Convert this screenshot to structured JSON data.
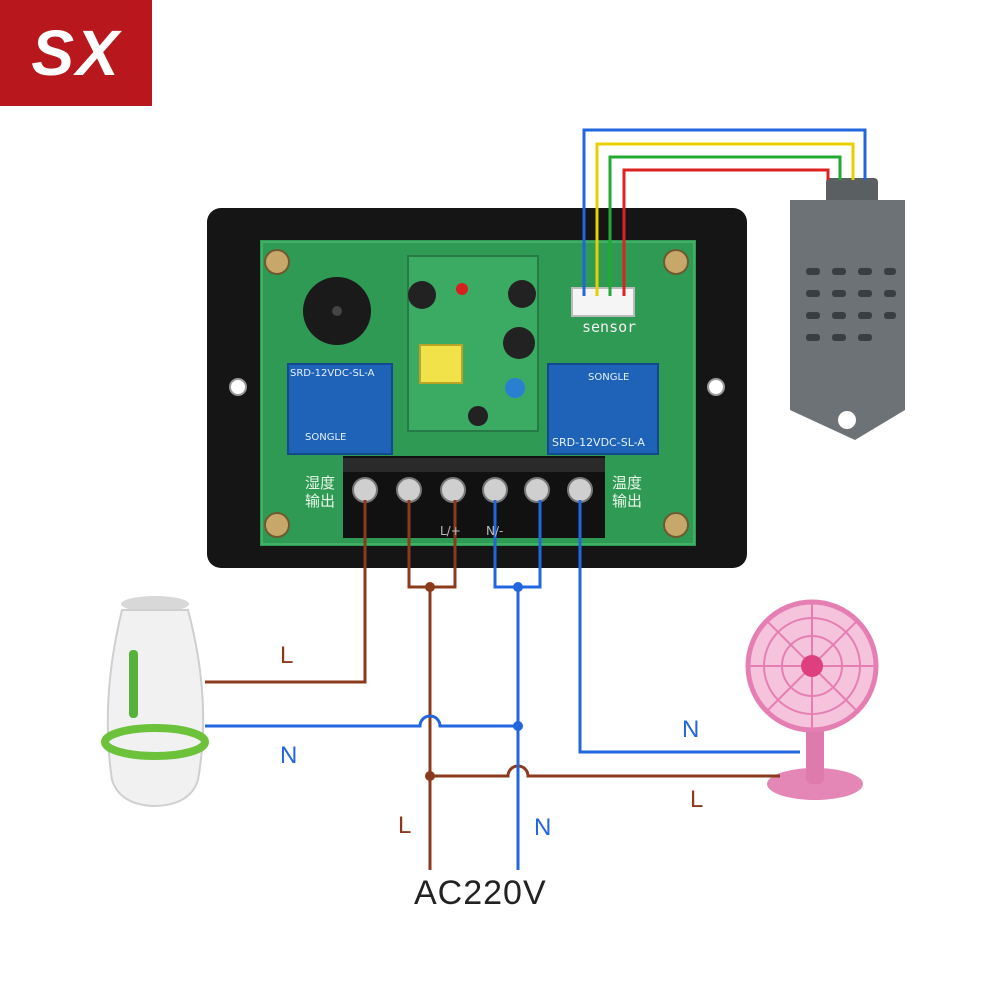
{
  "brand": {
    "logo_text": "SX",
    "accent": "#b7171d"
  },
  "board": {
    "sensor_label": "sensor",
    "relay_left": {
      "model": "SRD-12VDC-SL-A",
      "brand": "SONGLE"
    },
    "relay_right": {
      "model": "SRD-12VDC-SL-A",
      "brand": "SONGLE"
    },
    "left_output_label": [
      "湿度",
      "输出"
    ],
    "right_output_label": [
      "温度",
      "输出"
    ],
    "terminal_live": "L/+",
    "terminal_neutral": "N/-"
  },
  "wiring": {
    "humidifier_live": "L",
    "humidifier_neutral": "N",
    "fan_neutral": "N",
    "fan_live": "L",
    "supply_live": "L",
    "supply_neutral": "N",
    "supply": "AC220V",
    "colors": {
      "live": "#8b3a1c",
      "neutral": "#2266dd",
      "sensor_yellow": "#e8d000",
      "sensor_green": "#22aa33",
      "sensor_red": "#dd2222"
    }
  },
  "devices": [
    "humidifier-icon",
    "fan-icon",
    "sensor-probe-icon"
  ]
}
